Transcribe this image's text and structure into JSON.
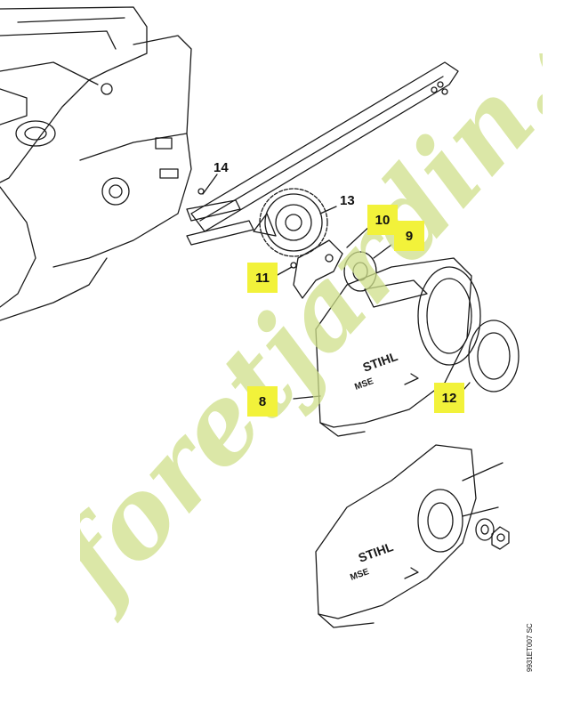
{
  "diagram": {
    "callouts": [
      {
        "id": "c8",
        "label": "8"
      },
      {
        "id": "c9",
        "label": "9"
      },
      {
        "id": "c10",
        "label": "10"
      },
      {
        "id": "c11",
        "label": "11"
      },
      {
        "id": "c12",
        "label": "12"
      },
      {
        "id": "c13",
        "label": "13"
      },
      {
        "id": "c14",
        "label": "14"
      }
    ],
    "brand_text": "STIHL",
    "model_text": "MSE",
    "reference_code": "9931ET007 SC",
    "watermark_text": "foretjardin.com",
    "callout_color": "#f2f23a",
    "watermark_colors": [
      "#cfe08a",
      "#f7c88a",
      "#c8bfb3"
    ]
  }
}
